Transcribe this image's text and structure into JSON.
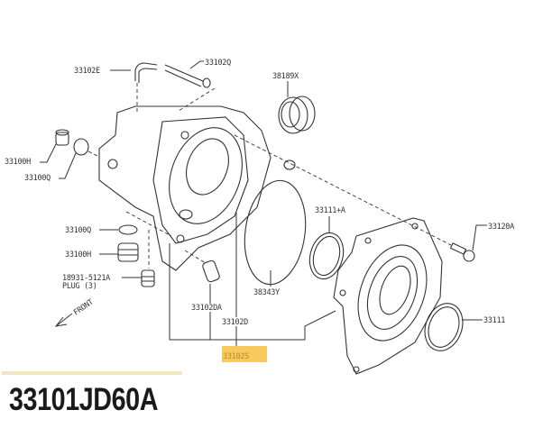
{
  "diagram": {
    "labels": {
      "breather_elbow": "33102E",
      "breather_hose": "33102Q",
      "oil_seal": "38189X",
      "drain_plug_upper": "33100H",
      "washer_upper": "33100Q",
      "washer_lower": "33100Q",
      "drain_plug_lower": "33100H",
      "plug_part": "18931-5121A",
      "plug_qty": "PLUG (3)",
      "front": "FRONT",
      "dowel": "33102DA",
      "housing_d": "33102D",
      "housing_set": "33102S",
      "o_ring": "38343Y",
      "snap_ring_a": "33111+A",
      "bolt": "33120A",
      "snap_ring": "33111"
    },
    "highlight_color": "#f8c95c"
  },
  "part_number": "33101JD60A"
}
